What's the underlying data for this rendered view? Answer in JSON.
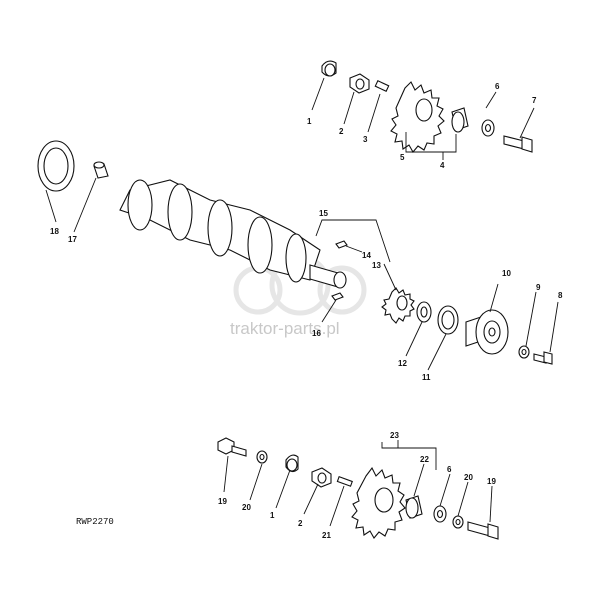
{
  "diagram": {
    "code": "RWP2270",
    "watermark": "traktor-parts.pl",
    "callouts": {
      "c1": "1",
      "c2": "2",
      "c3": "3",
      "c4": "4",
      "c5": "5",
      "c6": "6",
      "c7": "7",
      "c8": "8",
      "c9": "9",
      "c10": "10",
      "c11": "11",
      "c12": "12",
      "c13": "13",
      "c14": "14",
      "c15": "15",
      "c16": "16",
      "c17": "17",
      "c18": "18",
      "c19": "19",
      "c20": "20",
      "c1b": "1",
      "c2b": "2",
      "c21": "21",
      "c23": "23",
      "c22": "22",
      "c6b": "6",
      "c20b": "20",
      "c19b": "19"
    }
  }
}
